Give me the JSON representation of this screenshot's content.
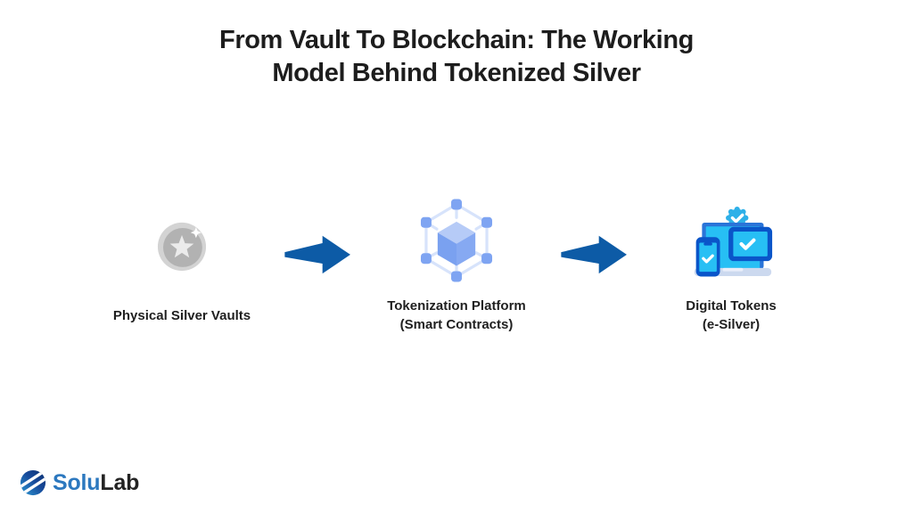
{
  "title": {
    "line1": "From Vault To Blockchain: The Working",
    "line2": "Model Behind Tokenized Silver"
  },
  "flow": {
    "steps": [
      {
        "icon": "silver-coin-icon",
        "label_line1": "Physical Silver Vaults",
        "label_line2": ""
      },
      {
        "icon": "blockchain-network-icon",
        "label_line1": "Tokenization Platform",
        "label_line2": "(Smart Contracts)"
      },
      {
        "icon": "devices-verified-icon",
        "label_line1": "Digital Tokens",
        "label_line2": "(e-Silver)"
      }
    ]
  },
  "footer": {
    "brand_part1": "Solu",
    "brand_part2": "Lab",
    "icon": "solulab-sphere-icon"
  },
  "colors": {
    "background": "#ffffff",
    "title-text": "#1d1d1d",
    "label-text": "#1f1f1f",
    "arrow-blue": "#0d5ba6",
    "brand-blue": "#2c78bf",
    "brand-dark": "#232323",
    "coin-outer": "#d3d3d3",
    "coin-inner": "#b2b2b2",
    "coin-star": "#ebebeb",
    "network-line": "#d7e3fb",
    "network-node": "#7ea4f2",
    "cube-top": "#b6cbf7",
    "cube-left": "#7aa1f0",
    "cube-right": "#86a9f2",
    "device-frame": "#0a55c9",
    "device-screen": "#27bff4",
    "laptop-frame": "#2a74d8",
    "laptop-base": "#ccd9ef",
    "badge-cyan": "#2eb0e8"
  }
}
